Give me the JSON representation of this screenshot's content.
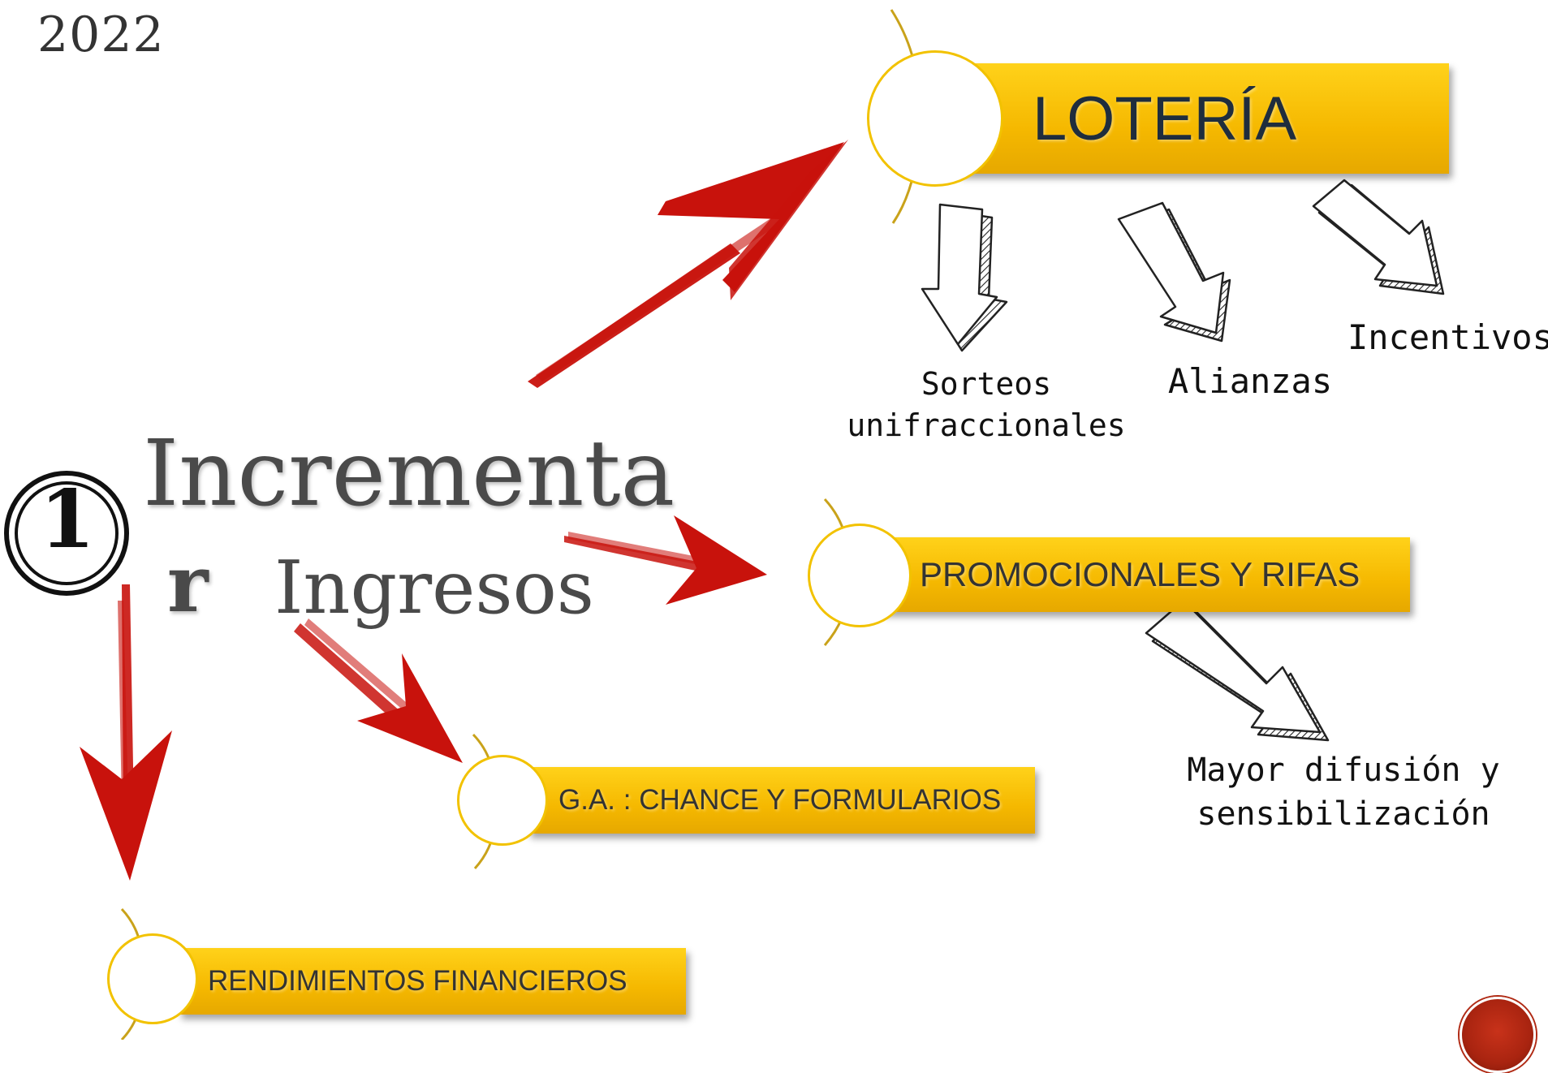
{
  "year": "2022",
  "number_badge": "1",
  "title": {
    "line1": "Incrementa",
    "line2_bold": "r",
    "line2_rest": "Ingresos"
  },
  "banners": {
    "loteria": "LOTERÍA",
    "promocionales": "PROMOCIONALES Y RIFAS",
    "chance": "G.A. : CHANCE Y FORMULARIOS",
    "rendimientos": "RENDIMIENTOS FINANCIEROS"
  },
  "loteria_items": {
    "sorteos_line1": "Sorteos",
    "sorteos_line2": "unifraccionales",
    "alianzas": "Alianzas",
    "incentivos": "Incentivos"
  },
  "promocionales_items": {
    "difusion_line1": "Mayor difusión y",
    "difusion_line2": "sensibilización"
  },
  "colors": {
    "banner_yellow": "#f5b800",
    "arrow_red": "#c8120c",
    "text_dark": "#333333"
  }
}
